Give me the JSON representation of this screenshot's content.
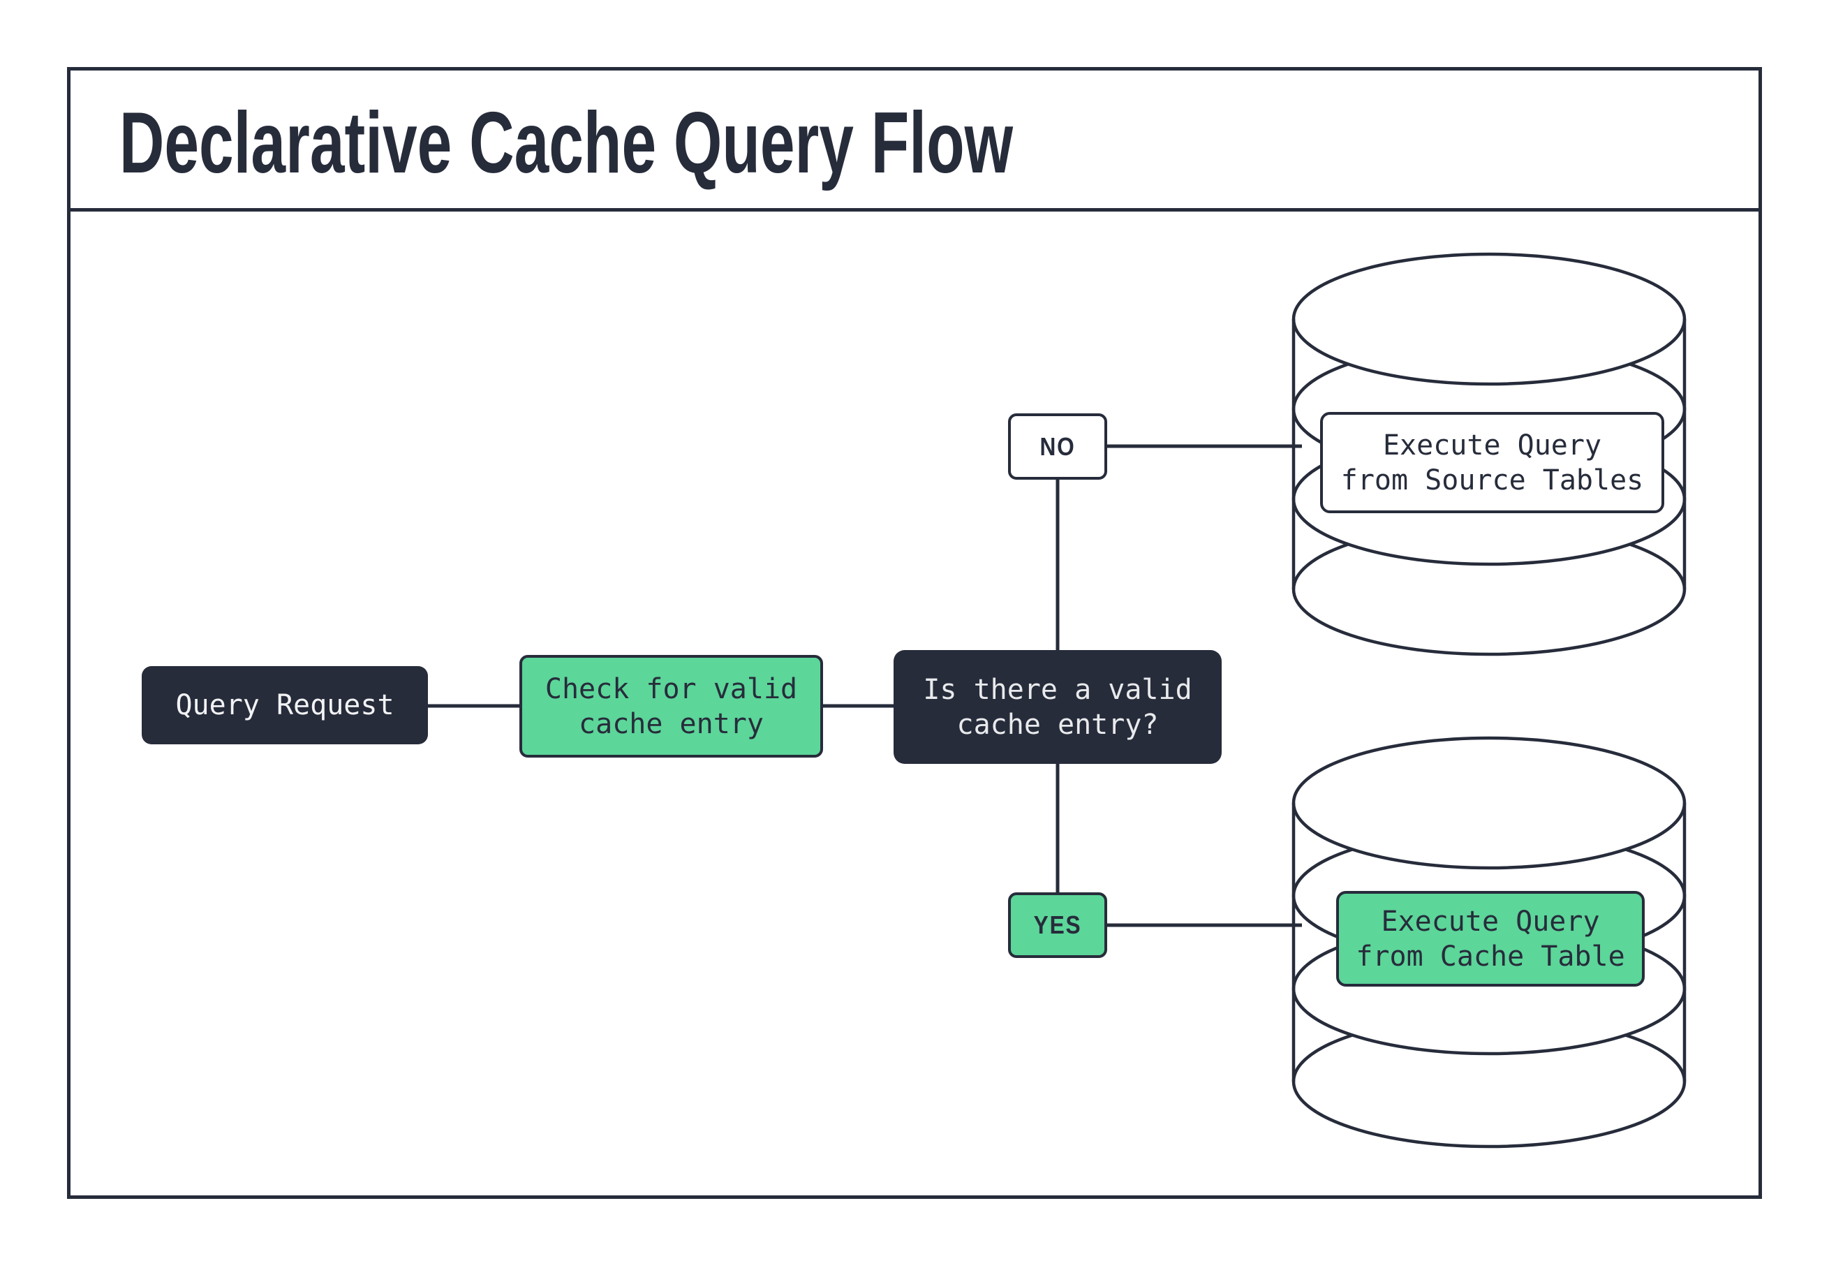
{
  "title": "Declarative Cache Query Flow",
  "colors": {
    "outline": "#272C3B",
    "node_dark": "#272C3B",
    "node_green": "#5CD699",
    "node_white": "#FFFFFF",
    "text_light": "#F2F3F5",
    "text_dark": "#272C3B"
  },
  "nodes": {
    "query_request": {
      "label": "Query Request"
    },
    "check_cache": {
      "line1": "Check for valid",
      "line2": "cache entry"
    },
    "decision": {
      "line1": "Is there a valid",
      "line2": "cache entry?"
    },
    "no_branch": {
      "label": "NO"
    },
    "yes_branch": {
      "label": "YES"
    },
    "source_db": {
      "line1": "Execute Query",
      "line2": "from Source Tables"
    },
    "cache_db": {
      "line1": "Execute Query",
      "line2": "from Cache Table"
    }
  }
}
